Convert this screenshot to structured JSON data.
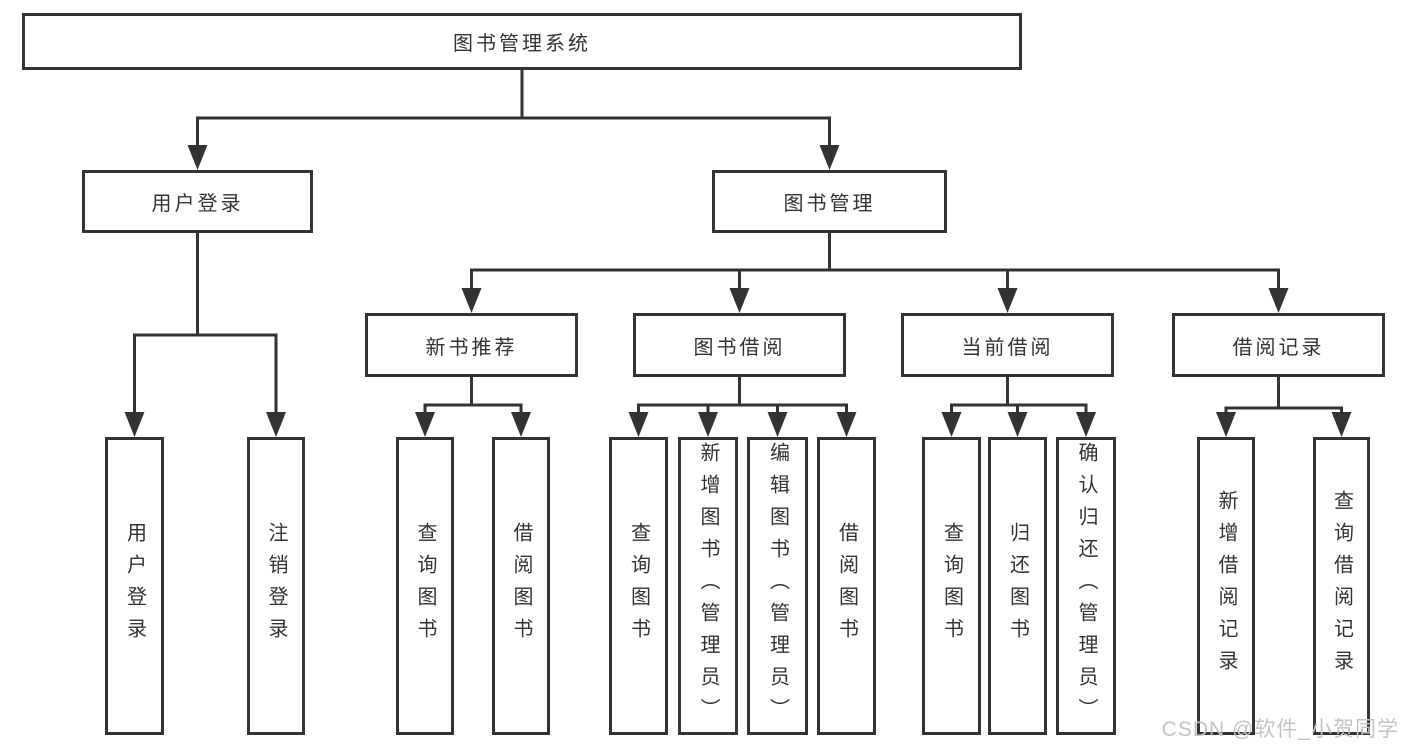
{
  "diagram": {
    "type": "hierarchy-tree",
    "line_color": "#333333",
    "text_color": "#333333",
    "background_color": "#ffffff",
    "watermark": "CSDN @软件_小贺同学",
    "watermark_color": "#c3c3c3",
    "nodes": {
      "root": {
        "label": "图书管理系统"
      },
      "user_login": {
        "label": "用户登录"
      },
      "book_mgmt": {
        "label": "图书管理"
      },
      "new_book_rec": {
        "label": "新书推荐"
      },
      "book_borrow": {
        "label": "图书借阅"
      },
      "current_borrow": {
        "label": "当前借阅"
      },
      "borrow_records": {
        "label": "借阅记录"
      },
      "leaf_user_login": {
        "label": "用户登录"
      },
      "leaf_logout": {
        "label": "注销登录"
      },
      "leaf_query_book_rec": {
        "label": "查询图书"
      },
      "leaf_borrow_book_rec": {
        "label": "借阅图书"
      },
      "leaf_query_book_borrow": {
        "label": "查询图书"
      },
      "leaf_add_book": {
        "label": "新增图书（管理员）"
      },
      "leaf_edit_book": {
        "label": "编辑图书（管理员）"
      },
      "leaf_borrow_book_borrow": {
        "label": "借阅图书"
      },
      "leaf_query_book_current": {
        "label": "查询图书"
      },
      "leaf_return_book": {
        "label": "归还图书"
      },
      "leaf_confirm_return": {
        "label": "确认归还（管理员）"
      },
      "leaf_add_record": {
        "label": "新增借阅记录"
      },
      "leaf_query_record": {
        "label": "查询借阅记录"
      }
    },
    "edges": [
      {
        "from": "图书管理系统",
        "to": [
          "用户登录",
          "图书管理"
        ]
      },
      {
        "from": "用户登录",
        "to": [
          "用户登录",
          "注销登录"
        ]
      },
      {
        "from": "图书管理",
        "to": [
          "新书推荐",
          "图书借阅",
          "当前借阅",
          "借阅记录"
        ]
      },
      {
        "from": "新书推荐",
        "to": [
          "查询图书",
          "借阅图书"
        ]
      },
      {
        "from": "图书借阅",
        "to": [
          "查询图书",
          "新增图书（管理员）",
          "编辑图书（管理员）",
          "借阅图书"
        ]
      },
      {
        "from": "当前借阅",
        "to": [
          "查询图书",
          "归还图书",
          "确认归还（管理员）"
        ]
      },
      {
        "from": "借阅记录",
        "to": [
          "新增借阅记录",
          "查询借阅记录"
        ]
      }
    ]
  }
}
